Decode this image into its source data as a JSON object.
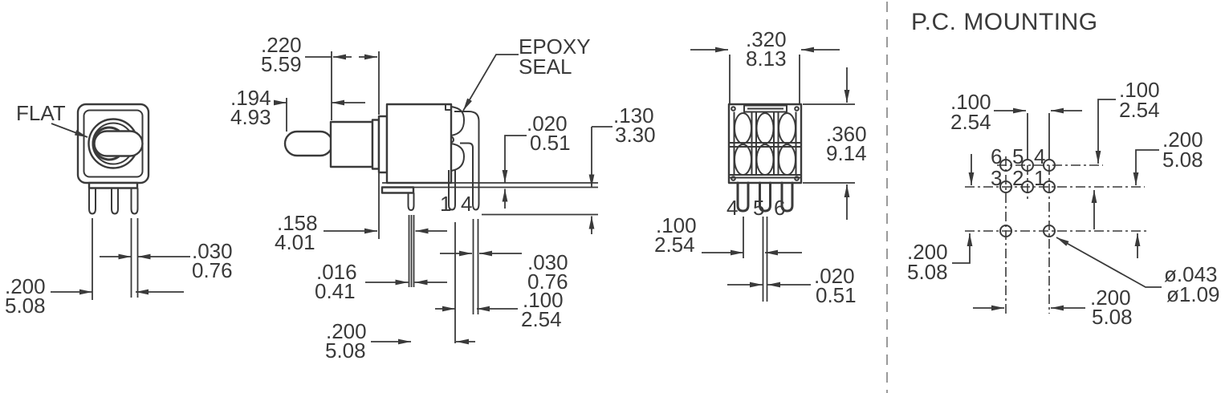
{
  "front": {
    "flat_label": "FLAT",
    "dim_lead_width": {
      "in": ".030",
      "mm": "0.76"
    },
    "dim_lead_spacing": {
      "in": ".200",
      "mm": "5.08"
    }
  },
  "side": {
    "epoxy_label": {
      "line1": "EPOXY",
      "line2": "SEAL"
    },
    "dim_toggle_length": {
      "in": ".194",
      "mm": "4.93"
    },
    "dim_bushing_length": {
      "in": ".220",
      "mm": "5.59"
    },
    "dim_standoff": {
      "in": ".020",
      "mm": "0.51"
    },
    "dim_seal_to_tip": {
      "in": ".130",
      "mm": "3.30"
    },
    "dim_bracket_offset": {
      "in": ".158",
      "mm": "4.01"
    },
    "dim_lead_thickness": {
      "in": ".016",
      "mm": "0.41"
    },
    "dim_bracket_to_lead": {
      "in": ".200",
      "mm": "5.08"
    },
    "dim_lead_width": {
      "in": ".030",
      "mm": "0.76"
    },
    "dim_lead_pitch": {
      "in": ".100",
      "mm": "2.54"
    },
    "terminal_labels": {
      "t1": "1",
      "t4": "4"
    }
  },
  "rear": {
    "dim_body_width": {
      "in": ".320",
      "mm": "8.13"
    },
    "dim_body_height": {
      "in": ".360",
      "mm": "9.14"
    },
    "dim_lead_pitch": {
      "in": ".100",
      "mm": "2.54"
    },
    "dim_lead_thickness": {
      "in": ".020",
      "mm": "0.51"
    },
    "terminal_labels": {
      "t4": "4",
      "t5": "5",
      "t6": "6"
    }
  },
  "pc_mounting": {
    "title": "P.C. MOUNTING",
    "hole_labels": {
      "h1": "1",
      "h2": "2",
      "h3": "3",
      "h4": "4",
      "h5": "5",
      "h6": "6"
    },
    "dim_col_pitch": {
      "in": ".100",
      "mm": "2.54"
    },
    "dim_row_pitch": {
      "in": ".100",
      "mm": "2.54"
    },
    "dim_row_to_mount_right": {
      "in": ".200",
      "mm": "5.08"
    },
    "dim_row_to_mount_left": {
      "in": ".200",
      "mm": "5.08"
    },
    "dim_mount_hole_spacing": {
      "in": ".200",
      "mm": "5.08"
    },
    "dim_hole_diameter": {
      "in": "ø.043",
      "mm": "ø1.09"
    }
  },
  "colors": {
    "line": "#3a3a3a",
    "text": "#3a3a3a",
    "separator": "#9a9a9a",
    "background": "#ffffff"
  }
}
